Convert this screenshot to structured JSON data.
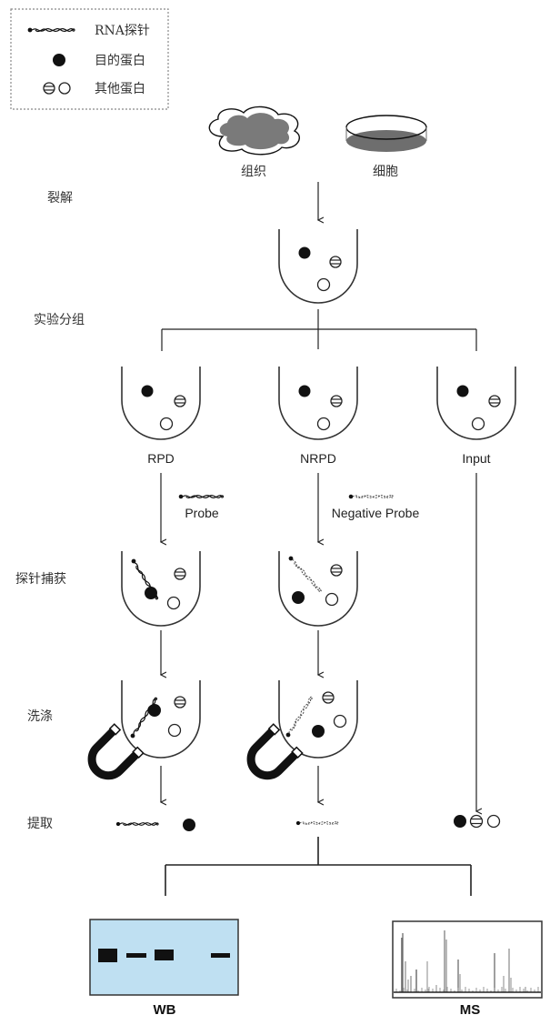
{
  "legend": {
    "items": [
      {
        "icon": "rna-probe-icon",
        "label": "RNA探针"
      },
      {
        "icon": "target-protein-icon",
        "label": "目的蛋白"
      },
      {
        "icon": "other-protein-icon",
        "label": "其他蛋白"
      }
    ]
  },
  "sources": {
    "tissue": "组织",
    "cells": "细胞"
  },
  "steps": {
    "lysis": "裂解",
    "grouping": "实验分组",
    "probe_capture": "探针捕获",
    "wash": "洗涤",
    "extract": "提取"
  },
  "groups": [
    {
      "label": "RPD",
      "probe_label": "Probe"
    },
    {
      "label": "NRPD",
      "probe_label": "Negative Probe"
    },
    {
      "label": "Input",
      "probe_label": ""
    }
  ],
  "outputs": {
    "wb_label": "WB",
    "ms_label": "MS"
  },
  "colors": {
    "wb_background": "#bfe0f2",
    "tissue_fill": "#7a7a7a",
    "cell_fill": "#6e6e6e"
  }
}
